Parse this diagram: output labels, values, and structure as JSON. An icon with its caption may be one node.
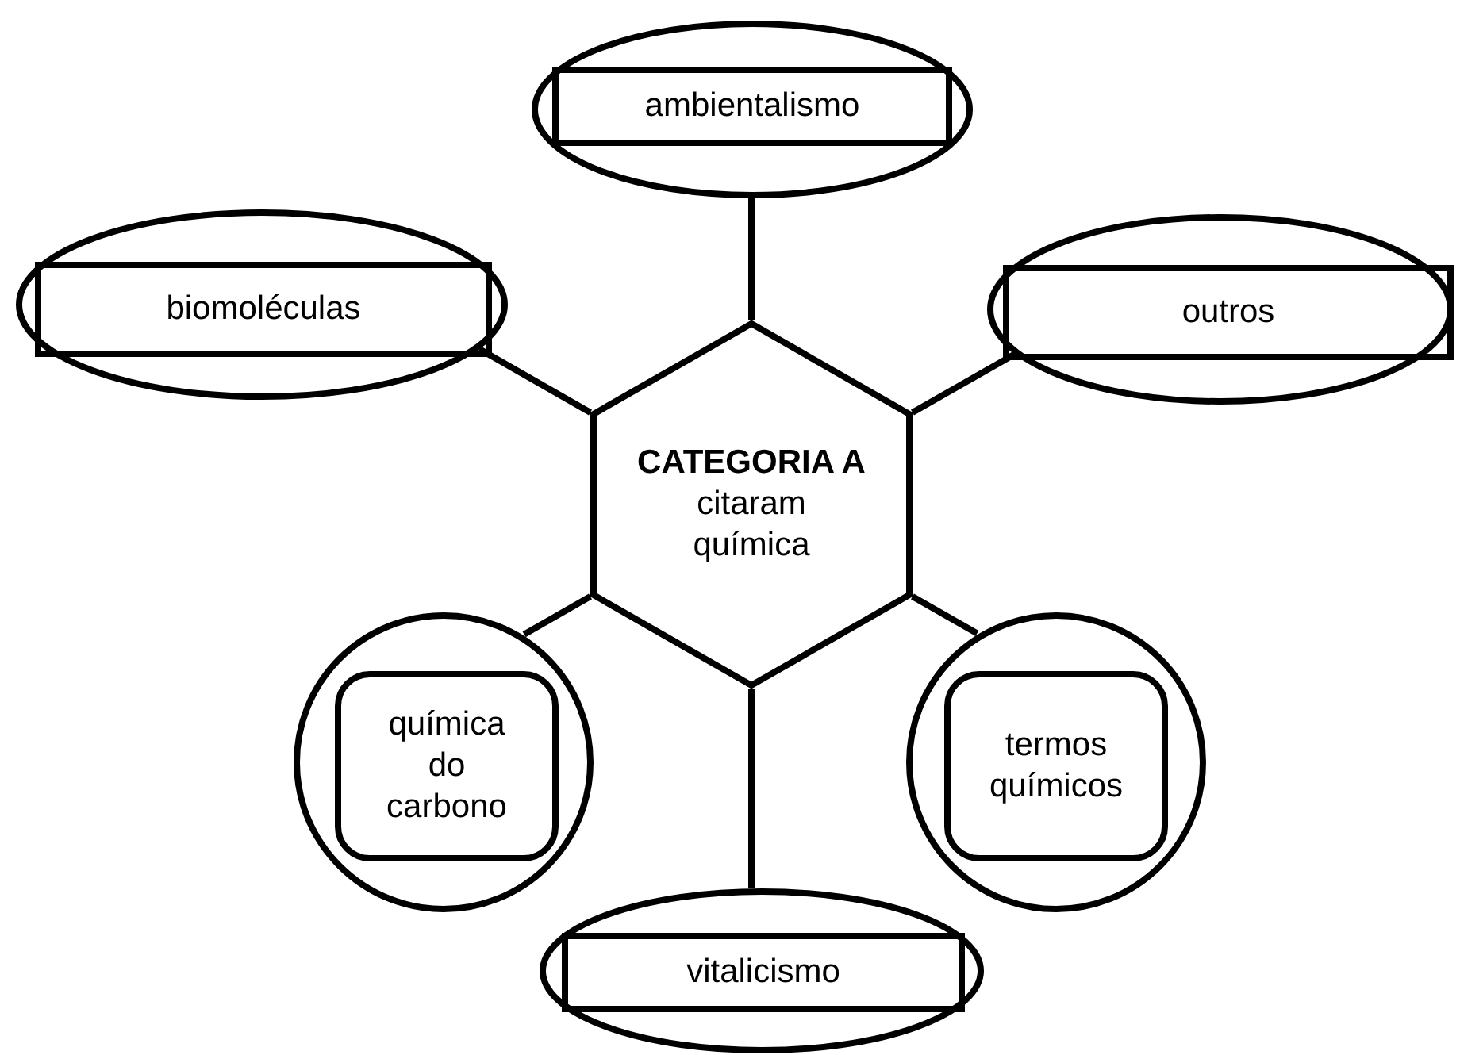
{
  "diagram": {
    "nodes": [
      {
        "text": [],
        "shape": "ellipse"
      },
      {
        "text": [
          "ambientalismo"
        ],
        "in": 0
      },
      {
        "text": [],
        "shape": "ellipse"
      },
      {
        "text": [
          "biomoléculas"
        ],
        "in": 2
      },
      {
        "text": [],
        "shape": "ellipse"
      },
      {
        "text": [
          "outros"
        ],
        "in": 4
      },
      {
        "text": [
          "CATEGORIA A",
          "citaram química"
        ]
      },
      {
        "text": [],
        "shape": "circle"
      },
      {
        "text": [
          "química do carbono"
        ],
        "in": 7
      },
      {
        "text": [],
        "shape": "circle"
      },
      {
        "text": [
          "termos químicos"
        ],
        "in": 9
      },
      {
        "text": [],
        "shape": "ellipse"
      },
      {
        "text": [
          "vitalicismo"
        ],
        "in": 11
      }
    ],
    "edges": [
      {
        "from": 6,
        "to": 0,
        "arrow": "none"
      },
      {
        "from": 6,
        "to": 2,
        "arrow": "none"
      },
      {
        "from": 6,
        "to": 4,
        "arrow": "none"
      },
      {
        "from": 6,
        "to": 7,
        "arrow": "none"
      },
      {
        "from": 6,
        "to": 9,
        "arrow": "none"
      },
      {
        "from": 6,
        "to": 11,
        "arrow": "none"
      }
    ]
  }
}
